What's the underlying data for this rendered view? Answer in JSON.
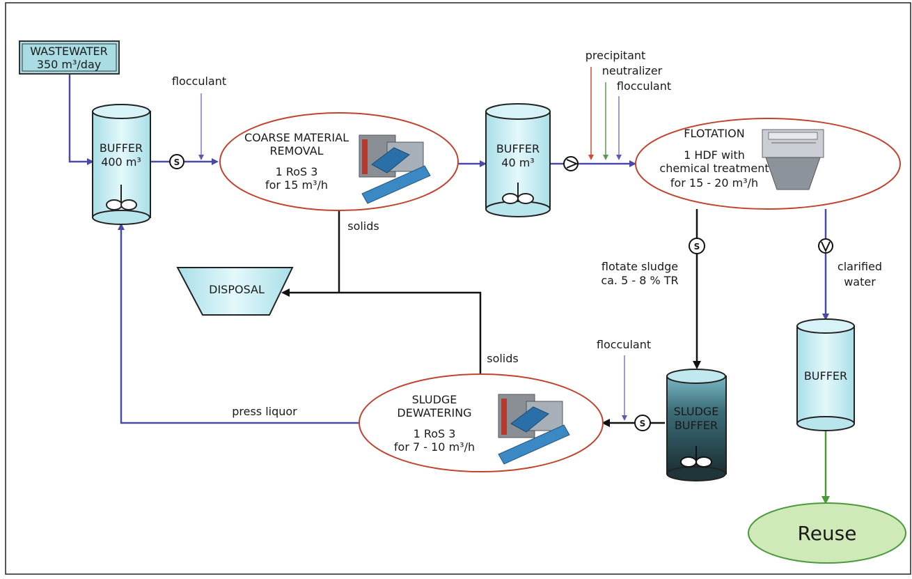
{
  "nodes": {
    "wastewater": {
      "line1": "WASTEWATER",
      "line2": "350 m³/day"
    },
    "buffer1": {
      "line1": "BUFFER",
      "line2": "400 m³"
    },
    "coarse": {
      "line1": "COARSE MATERIAL",
      "line2": "REMOVAL",
      "line3": "1 RoS 3",
      "line4": "for 15 m³/h"
    },
    "buffer2": {
      "line1": "BUFFER",
      "line2": "40 m³"
    },
    "flotation": {
      "line1": "FLOTATION",
      "line2": "1 HDF with",
      "line3": "chemical treatment",
      "line4": "for 15 - 20 m³/h"
    },
    "disposal": {
      "label": "DISPOSAL"
    },
    "buffer3": {
      "label": "BUFFER"
    },
    "sludge_dewatering": {
      "line1": "SLUDGE",
      "line2": "DEWATERING",
      "line3": "1 RoS 3",
      "line4": "for 7 - 10 m³/h"
    },
    "sludge_buffer": {
      "line1": "SLUDGE",
      "line2": "BUFFER"
    },
    "reuse": {
      "label": "Reuse"
    }
  },
  "labels": {
    "flocculant_1": "flocculant",
    "precipitant": "precipitant",
    "neutralizer": "neutralizer",
    "flocculant_2": "flocculant",
    "solids_1": "solids",
    "flotate_sludge_1": "flotate sludge",
    "flotate_sludge_2": "ca. 5 - 8 % TR",
    "clarified_1": "clarified",
    "clarified_2": "water",
    "flocculant_3": "flocculant",
    "solids_2": "solids",
    "press_liquor": "press liquor"
  },
  "pump_symbol": "S",
  "colors": {
    "flow_main": "#4a4aa6",
    "flow_sludge": "#111111",
    "flow_reuse": "#4a9a3a",
    "precipitant": "#d04a3a",
    "neutralizer": "#5a9a4a",
    "flocculant": "#5a5ab0",
    "ellipse_stroke": "#c0432e",
    "tank_fill": "#c9eef3",
    "sludge_tank_fill": "#2f5c66",
    "reuse_fill": "#cfeab8"
  }
}
